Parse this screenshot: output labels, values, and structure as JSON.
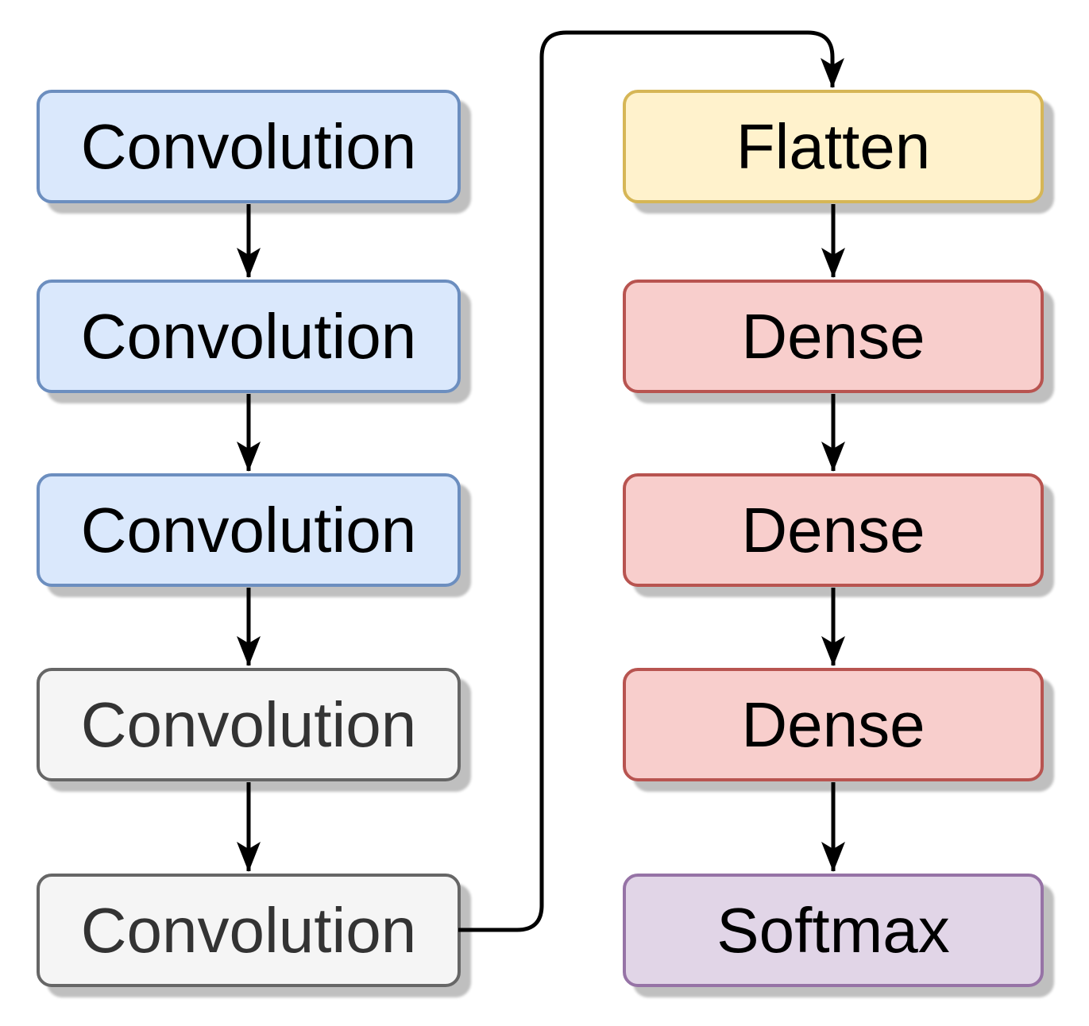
{
  "diagram_type": "flowchart",
  "palette": {
    "blue": {
      "fill": "#dae8fc",
      "stroke": "#6c8ebf",
      "text": "#000000"
    },
    "gray": {
      "fill": "#f5f5f5",
      "stroke": "#666666",
      "text": "#333333"
    },
    "yellow": {
      "fill": "#fff2cc",
      "stroke": "#d6b656",
      "text": "#000000"
    },
    "red": {
      "fill": "#f8cecc",
      "stroke": "#b85450",
      "text": "#000000"
    },
    "purple": {
      "fill": "#e1d5e7",
      "stroke": "#9673a6",
      "text": "#000000"
    },
    "connector": "#000000",
    "shadow": "#bfbfbf"
  },
  "nodes": {
    "left_column": [
      {
        "id": "convolution-1",
        "label": "Convolution",
        "color": "blue"
      },
      {
        "id": "convolution-2",
        "label": "Convolution",
        "color": "blue"
      },
      {
        "id": "convolution-3",
        "label": "Convolution",
        "color": "blue"
      },
      {
        "id": "convolution-4",
        "label": "Convolution",
        "color": "gray"
      },
      {
        "id": "convolution-5",
        "label": "Convolution",
        "color": "gray"
      }
    ],
    "right_column": [
      {
        "id": "flatten",
        "label": "Flatten",
        "color": "yellow"
      },
      {
        "id": "dense-1",
        "label": "Dense",
        "color": "red"
      },
      {
        "id": "dense-2",
        "label": "Dense",
        "color": "red"
      },
      {
        "id": "dense-3",
        "label": "Dense",
        "color": "red"
      },
      {
        "id": "softmax",
        "label": "Softmax",
        "color": "purple"
      }
    ]
  },
  "edges": [
    {
      "id": "edge-1",
      "from": "convolution-1",
      "to": "convolution-2",
      "style": "straight-arrow"
    },
    {
      "id": "edge-2",
      "from": "convolution-2",
      "to": "convolution-3",
      "style": "straight-arrow"
    },
    {
      "id": "edge-3",
      "from": "convolution-3",
      "to": "convolution-4",
      "style": "straight-arrow"
    },
    {
      "id": "edge-4",
      "from": "convolution-4",
      "to": "convolution-5",
      "style": "straight-arrow"
    },
    {
      "id": "edge-5",
      "from": "convolution-5",
      "to": "flatten",
      "style": "orthogonal-rounded-arrow"
    },
    {
      "id": "edge-6",
      "from": "flatten",
      "to": "dense-1",
      "style": "straight-arrow"
    },
    {
      "id": "edge-7",
      "from": "dense-1",
      "to": "dense-2",
      "style": "straight-arrow"
    },
    {
      "id": "edge-8",
      "from": "dense-2",
      "to": "dense-3",
      "style": "straight-arrow"
    },
    {
      "id": "edge-9",
      "from": "dense-3",
      "to": "softmax",
      "style": "straight-arrow"
    }
  ]
}
